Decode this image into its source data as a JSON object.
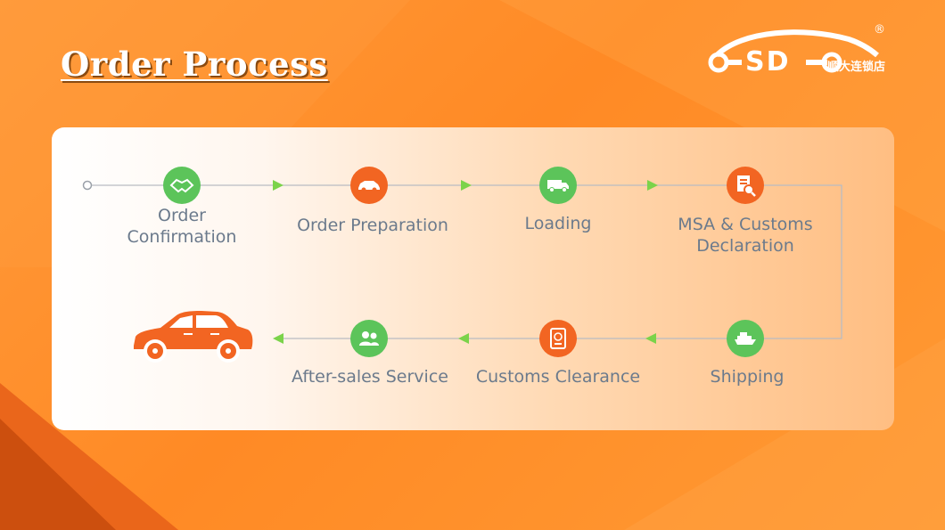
{
  "title": "Order Process",
  "logo": {
    "letters": "SD",
    "chinese": "顺大连锁店",
    "mark": "®"
  },
  "steps": {
    "s1": {
      "line1": "Order",
      "line2": "Confirmation"
    },
    "s2": "Order Preparation",
    "s3": "Loading",
    "s4": {
      "line1": "MSA & Customs",
      "line2": "Declaration"
    },
    "s5": "Shipping",
    "s6": "Customs Clearance",
    "s7": "After-sales Service"
  },
  "colors": {
    "green": "#5cc45a",
    "orange": "#f26522",
    "line": "#b9bcc2",
    "arrow": "#7bd34a"
  },
  "icons": [
    "handshake-icon",
    "car-icon",
    "truck-icon",
    "document-search-icon",
    "ship-icon",
    "passport-icon",
    "support-people-icon",
    "car-large-icon"
  ]
}
